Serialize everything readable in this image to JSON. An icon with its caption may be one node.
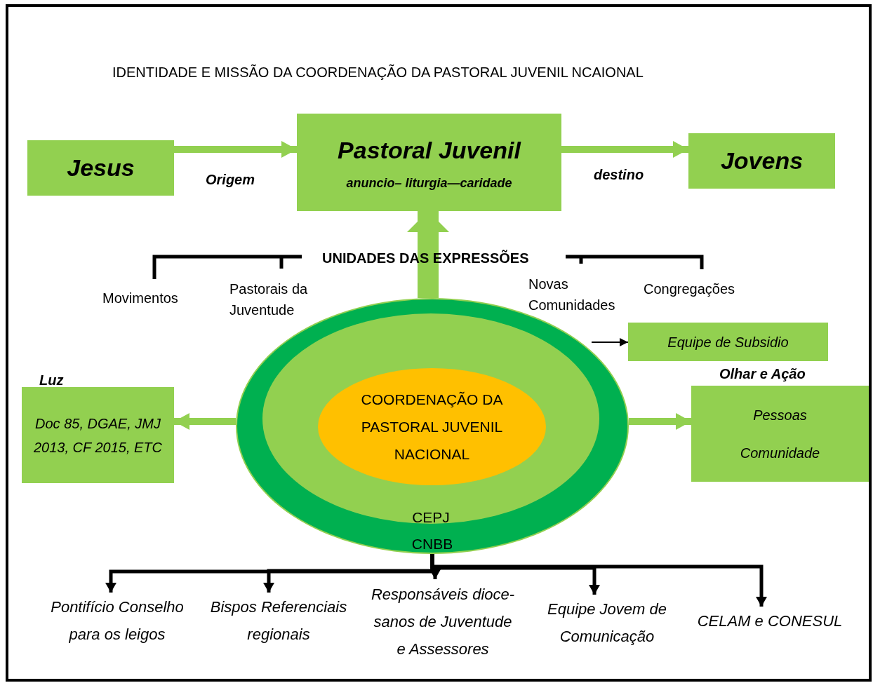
{
  "diagram": {
    "title": "IDENTIDADE E MISSÃO DA COORDENAÇÃO DA PASTORAL JUVENIL NCAIONAL",
    "nodes": [
      {
        "text": [
          "Jesus"
        ]
      },
      {
        "text": [
          "Pastoral Juvenil",
          "anuncio– liturgia—caridade"
        ]
      },
      {
        "text": [
          "Jovens"
        ]
      },
      {
        "text": [
          "CNBB"
        ]
      },
      {
        "text": [
          "CEPJ"
        ],
        "in": 3
      },
      {
        "text": [
          "COORDENAÇÃO DA PASTORAL JUVENIL NACIONAL"
        ],
        "in": 4
      },
      {
        "text": [
          "Equipe de Subsidio"
        ]
      },
      {
        "text": [
          "Doc 85, DGAE, JMJ 2013, CF 2015, ETC"
        ],
        "beside": [
          "Luz"
        ]
      },
      {
        "text": [
          "Pessoas",
          "Comunidade"
        ],
        "beside": [
          "Olhar e Ação"
        ]
      },
      {
        "text": [
          "Pontifício Conselho para os leigos"
        ]
      },
      {
        "text": [
          "Bispos Referenciais regionais"
        ]
      },
      {
        "text": [
          "Responsáveis dioce- sanos de Juventude e Assessores"
        ]
      },
      {
        "text": [
          "Equipe Jovem de Comunicação"
        ]
      },
      {
        "text": [
          "CELAM e CONESUL"
        ]
      }
    ],
    "edges": [
      {
        "from": 0,
        "to": 1,
        "arrow": "to",
        "label": "Origem",
        "style": "thick",
        "color": "#92d050"
      },
      {
        "from": 1,
        "to": 2,
        "arrow": "to",
        "label": "destino",
        "style": "thick",
        "color": "#92d050"
      },
      {
        "from": 3,
        "to": 1,
        "arrow": "to",
        "style": "thick",
        "color": "#92d050"
      },
      {
        "from": 3,
        "to": 7,
        "arrow": "to",
        "style": "thick",
        "color": "#92d050"
      },
      {
        "from": 3,
        "to": 8,
        "arrow": "to",
        "style": "thick",
        "color": "#92d050"
      },
      {
        "from": 4,
        "to": 6,
        "arrow": "to"
      },
      {
        "from": 3,
        "to": 9,
        "arrow": "to"
      },
      {
        "from": 3,
        "to": 10,
        "arrow": "to"
      },
      {
        "from": 3,
        "to": 11,
        "arrow": "to"
      },
      {
        "from": 3,
        "to": 12,
        "arrow": "to"
      },
      {
        "from": 3,
        "to": 13,
        "arrow": "to"
      }
    ],
    "labels": [
      "UNIDADES DAS EXPRESSÕES",
      "Movimentos",
      "Pastorais da Juventude",
      "Novas Comunidades",
      "Congregações"
    ]
  }
}
